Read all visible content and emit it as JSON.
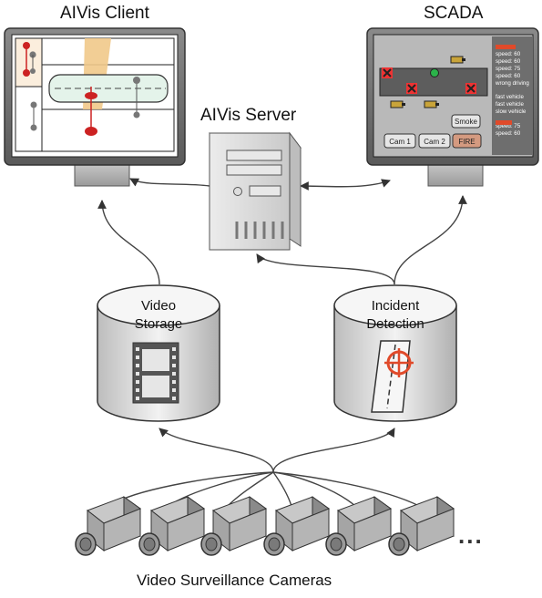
{
  "titles": {
    "client": "AIVis Client",
    "scada": "SCADA",
    "server": "AIVis Server",
    "cameras": "Video Surveillance Cameras"
  },
  "storage": {
    "line1": "Video",
    "line2": "Storage"
  },
  "detection": {
    "line1": "Incident",
    "line2": "Detection"
  },
  "ellipsis": "...",
  "scada_panel": {
    "buttons": {
      "smoke": "Smoke",
      "cam1": "Cam 1",
      "cam2": "Cam 2",
      "fire": "FIRE"
    },
    "log": [
      {
        "text": "speed: 60",
        "color": "#ffffff"
      },
      {
        "text": "speed: 60",
        "color": "#ffffff"
      },
      {
        "text": "speed: 75",
        "color": "#ffffff"
      },
      {
        "text": "speed: 60",
        "color": "#ffffff"
      },
      {
        "text": "wrong driving",
        "color": "#ffffff"
      },
      {
        "text": "fast vehicle",
        "color": "#ffffff"
      },
      {
        "text": "fast vehicle",
        "color": "#ffffff"
      },
      {
        "text": "slow vehicle",
        "color": "#ffffff"
      },
      {
        "text": "speed: 75",
        "color": "#ffffff"
      },
      {
        "text": "speed: 60",
        "color": "#ffffff"
      }
    ]
  },
  "colors": {
    "alert": "#e04a2a",
    "fire_button": "#d49a80",
    "vehicle": "#c9a43a",
    "highlight": "#f1c98a"
  }
}
